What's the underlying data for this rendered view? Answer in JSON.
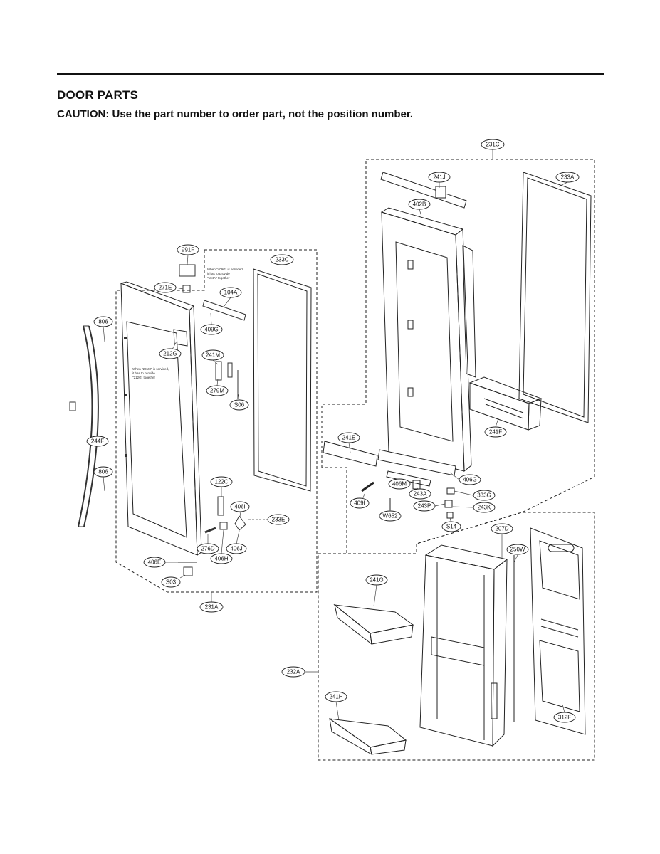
{
  "header": {
    "title": "DOOR PARTS",
    "caution": "CAUTION: Use the part number to order part, not the position number."
  },
  "notes": {
    "note_233c": [
      "When \"409G\" is serviced,",
      "it has to provide",
      "\"104A\" together"
    ],
    "note_212g": [
      "When \"231M\" is serviced,",
      "it has to provide",
      "\"212G\" together"
    ]
  },
  "callouts": {
    "c231C": "231C",
    "c241J": "241J",
    "c402B": "402B",
    "c233A": "233A",
    "c991F": "991F",
    "c233C": "233C",
    "c271E": "271E",
    "c104A": "104A",
    "c409G": "409G",
    "c806a": "806",
    "c212G": "212G",
    "c241M": "241M",
    "c279M": "279M",
    "cS06": "S06",
    "c244F": "244F",
    "c806b": "806",
    "c241F": "241F",
    "c241E": "241E",
    "c406G": "406G",
    "c406M": "406M",
    "c243A": "243A",
    "c333G": "333G",
    "c409I": "409I",
    "c243P": "243P",
    "c243K": "243K",
    "cW652": "W652",
    "cS14": "S14",
    "c122C": "122C",
    "c406I": "406I",
    "c233E": "233E",
    "c276D": "276D",
    "c406J": "406J",
    "c406H": "406H",
    "c406E": "406E",
    "cS03": "S03",
    "c231A": "231A",
    "c207D": "207D",
    "c250W": "250W",
    "c241G": "241G",
    "c232A": "232A",
    "c241H": "241H",
    "c312F": "312F"
  }
}
